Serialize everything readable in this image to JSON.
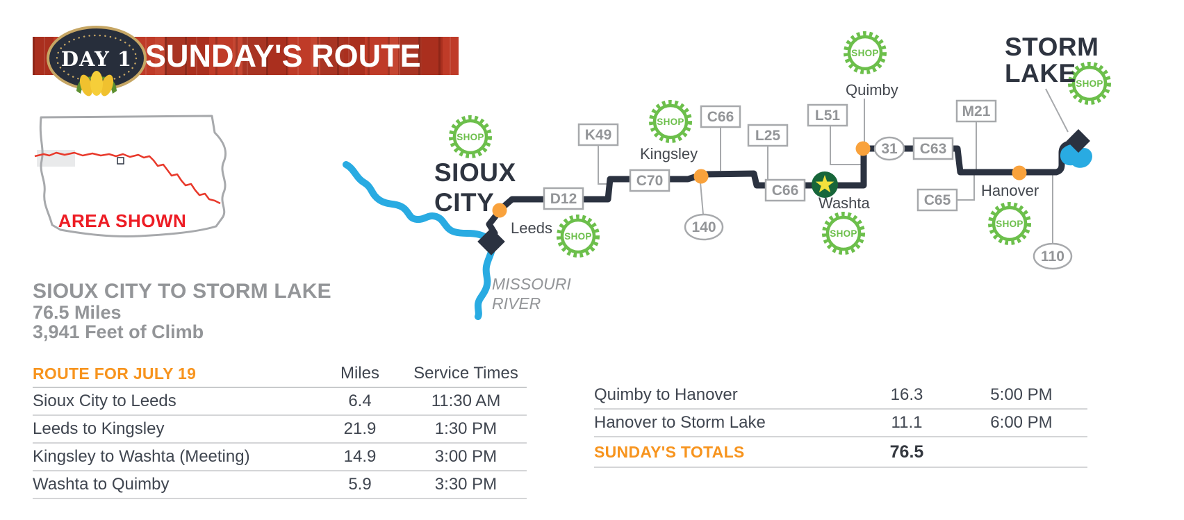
{
  "banner": {
    "day": "DAY 1",
    "title": "SUNDAY'S ROUTE"
  },
  "inset": {
    "area_label": "AREA SHOWN"
  },
  "stats": {
    "title": "SIOUX CITY TO STORM LAKE",
    "miles": "76.5 Miles",
    "climb": "3,941 Feet of Climb"
  },
  "map": {
    "shop": "SHOP",
    "river": {
      "line1": "MISSOURI",
      "line2": "RIVER"
    },
    "towns": {
      "sioux1": "SIOUX",
      "sioux2": "CITY",
      "leeds": "Leeds",
      "kingsley": "Kingsley",
      "washta": "Washta",
      "quimby": "Quimby",
      "hanover": "Hanover",
      "storm1": "STORM",
      "storm2": "LAKE"
    },
    "roads": {
      "d12": "D12",
      "k49": "K49",
      "c70": "C70",
      "r140": "140",
      "c66w": "C66",
      "l25": "L25",
      "c66e": "C66",
      "l51": "L51",
      "r31": "31",
      "c63": "C63",
      "m21": "M21",
      "c65": "C65",
      "r110": "110"
    }
  },
  "schedule": {
    "title": "ROUTE FOR JULY 19",
    "col_miles": "Miles",
    "col_times": "Service Times",
    "left": [
      {
        "segment": "Sioux City to Leeds",
        "miles": "6.4",
        "time": "11:30 AM"
      },
      {
        "segment": "Leeds to Kingsley",
        "miles": "21.9",
        "time": "1:30 PM"
      },
      {
        "segment": "Kingsley to Washta (Meeting)",
        "miles": "14.9",
        "time": "3:00 PM"
      },
      {
        "segment": "Washta to Quimby",
        "miles": "5.9",
        "time": "3:30 PM"
      }
    ],
    "right": [
      {
        "segment": "Quimby to Hanover",
        "miles": "16.3",
        "time": "5:00 PM"
      },
      {
        "segment": "Hanover to Storm Lake",
        "miles": "11.1",
        "time": "6:00 PM"
      }
    ],
    "totals_label": "SUNDAY'S TOTALS",
    "totals_miles": "76.5"
  },
  "colors": {
    "orange_accent": "#F7941E",
    "dot_orange": "#F9A23C",
    "shop_green": "#6CBF4B",
    "route_navy": "#2B3240",
    "river_blue": "#29ABE2",
    "label_gray": "#939598",
    "banner_red": "#BF3B28",
    "area_red": "#ED1C24",
    "meeting_green": "#17663A"
  }
}
